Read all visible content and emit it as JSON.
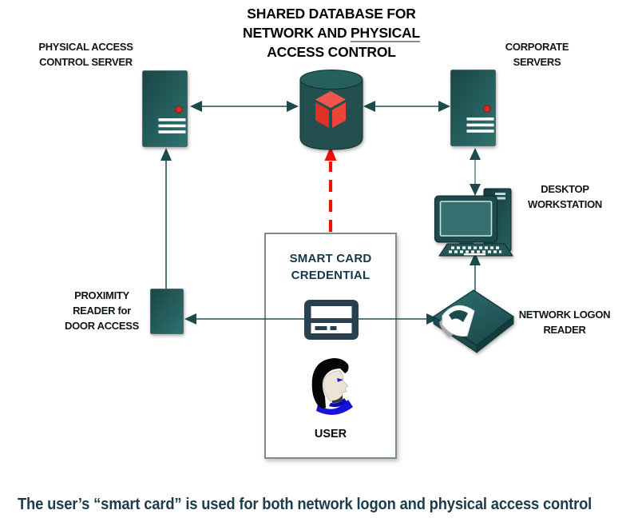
{
  "title": {
    "line1": "SHARED DATABASE FOR",
    "line2_before": "NETWORK AND ",
    "line2_underlined": "PHYSICAL",
    "line3": "ACCESS CONTROL"
  },
  "nodes": {
    "physical_access_control_server": {
      "line1": "PHYSICAL ACCESS",
      "line2": "CONTROL SERVER",
      "icon": "server-icon"
    },
    "shared_database": {
      "icon": "database-cylinder-with-red-cube-icon"
    },
    "corporate_servers": {
      "line1": "CORPORATE",
      "line2": "SERVERS",
      "icon": "server-icon"
    },
    "desktop_workstation": {
      "line1": "DESKTOP",
      "line2": "WORKSTATION",
      "icon": "desktop-computer-icon"
    },
    "proximity_reader": {
      "line1": "PROXIMITY",
      "line2": "READER for",
      "line3": "DOOR ACCESS",
      "icon": "proximity-reader-icon"
    },
    "smart_card_credential": {
      "line1": "SMART CARD",
      "line2": "CREDENTIAL",
      "icon": "smart-card-icon"
    },
    "user": {
      "label": "USER",
      "icon": "person-profile-icon"
    },
    "network_logon_reader": {
      "line1": "NETWORK LOGON",
      "line2": "READER",
      "icon": "card-reader-icon"
    }
  },
  "caption": {
    "text": "The user’s “smart card” is used for both network logon and physical access control"
  },
  "colors": {
    "node_teal_dark": "#1a4547",
    "node_teal_light": "#2e7270",
    "arrow_teal": "#1d4a4a",
    "arrow_line": "#3a6b6b",
    "red_dashed_arrow": "#ee0f00",
    "red_status_dot": "#d42a20",
    "cube_red_top": "#f0564b",
    "cube_red_left": "#dd3125",
    "cube_red_right": "#ea4538",
    "card_navy": "#28404f",
    "smartcard_text": "#16384d",
    "caption_text": "#1d3c4b",
    "box_border_gray": "#7e8b8c",
    "user_shirt_blue": "#1313d9"
  }
}
